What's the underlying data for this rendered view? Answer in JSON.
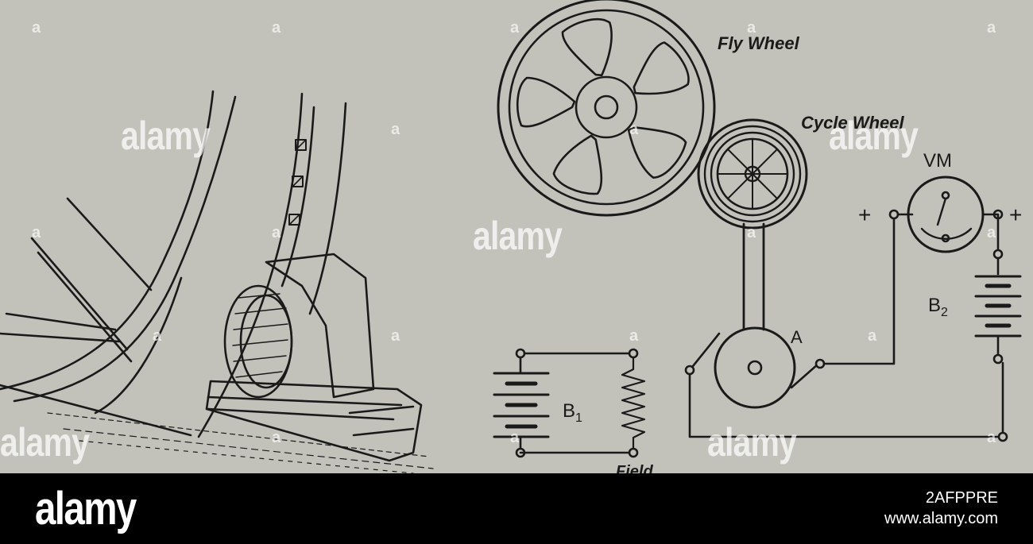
{
  "diagram": {
    "labels": {
      "fly_wheel": "Fly Wheel",
      "cycle_wheel": "Cycle Wheel",
      "voltmeter": "VM",
      "terminal_left": "+",
      "terminal_right": "+",
      "battery_1": "B",
      "battery_1_sub": "1",
      "battery_2": "B",
      "battery_2_sub": "2",
      "point_a": "A",
      "field": "Field"
    }
  },
  "watermark": {
    "text": "alamy",
    "glyph": "a"
  },
  "footer": {
    "brand": "alamy",
    "image_id": "2AFPPRE",
    "url": "www.alamy.com"
  }
}
